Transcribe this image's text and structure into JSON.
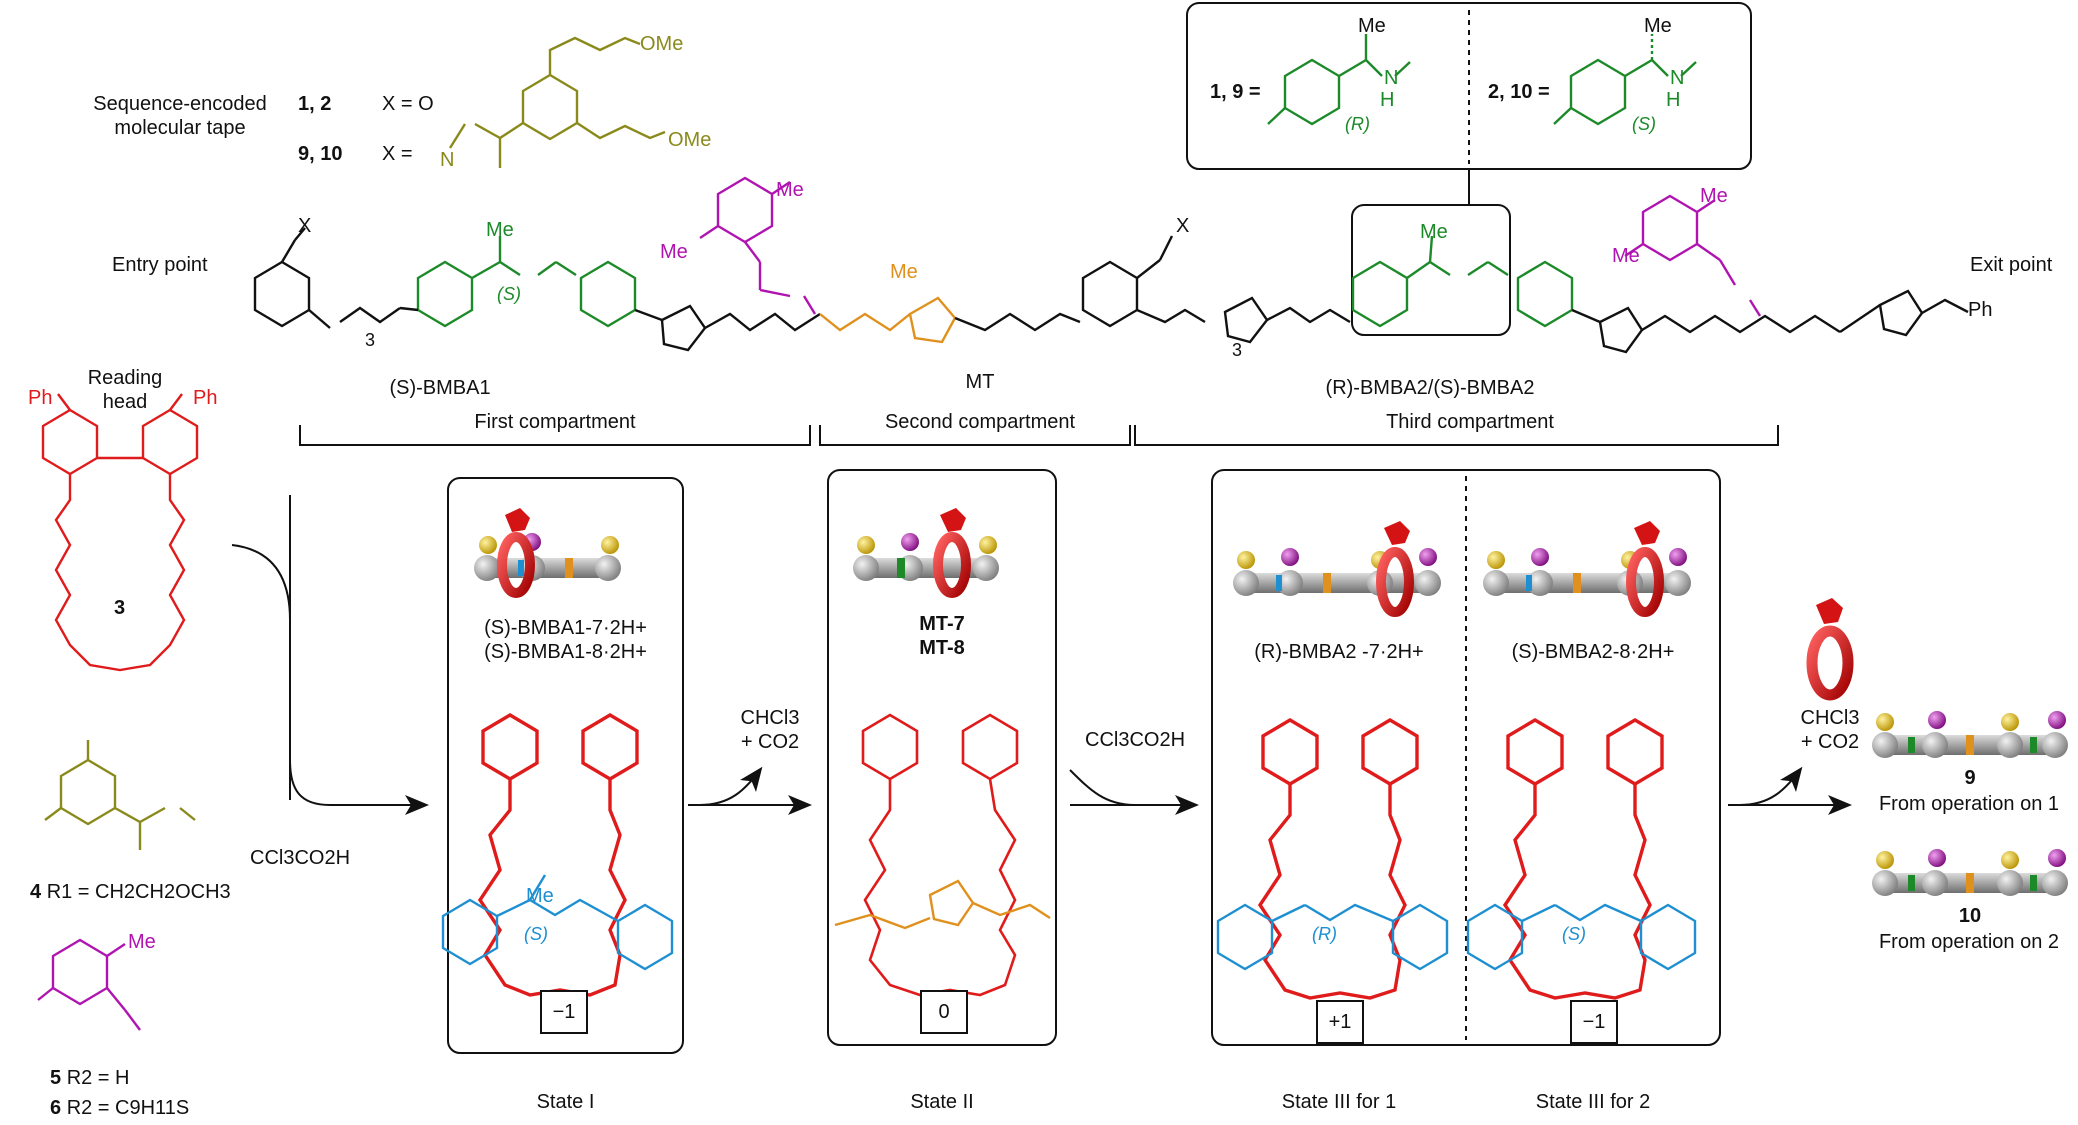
{
  "tape": {
    "sequence_label_1": "Sequence-encoded",
    "sequence_label_2": "molecular tape",
    "compounds_12": "1, 2",
    "x_o": "X = O",
    "compounds_910": "9, 10",
    "x_eq": "X =",
    "nh_n": "N",
    "ome_top": "OMe",
    "ome_bottom": "OMe",
    "entry_point": "Entry point",
    "exit_point": "Exit point",
    "x_left": "X",
    "x_right": "X",
    "me_labels": [
      "Me",
      "Me",
      "Me",
      "Me",
      "Me",
      "Me"
    ],
    "stereo_s": "(S)",
    "ph_end": "Ph",
    "mt_me": "Me",
    "subscript_3": "3"
  },
  "inset": {
    "left_label": "1, 9 =",
    "left_stereo": "(R)",
    "right_label": "2, 10 =",
    "right_stereo": "(S)",
    "me": "Me",
    "nh_n": "N",
    "nh_h": "H"
  },
  "compartments": {
    "first_name": "(S)-BMBA1",
    "second_name": "MT",
    "third_name": "(R)-BMBA2/(S)-BMBA2",
    "first": "First compartment",
    "second": "Second compartment",
    "third": "Third compartment"
  },
  "left_reagents": {
    "reading_head_1": "Reading",
    "reading_head_2": "head",
    "ph": "Ph",
    "compound_3": "3",
    "compound_4": "4",
    "r1_def": "R1 = CH2CH2OCH3",
    "compound_5": "5",
    "r2_h": "R2 = H",
    "compound_6": "6",
    "r2_c9": "R2 = C9H11S",
    "reagent": "CCl3CO2H",
    "me": "Me"
  },
  "state1": {
    "line1": "(S)-BMBA1-7·2H+",
    "line2": "(S)-BMBA1-8·2H+",
    "value": "−1",
    "label": "State I",
    "me": "Me",
    "stereo": "(S)"
  },
  "arrow1": {
    "line1": "CHCl3",
    "line2": "+ CO2"
  },
  "state2": {
    "line1": "MT-7",
    "line2": "MT-8",
    "value": "0",
    "label": "State II"
  },
  "arrow2": {
    "reagent": "CCl3CO2H"
  },
  "state3": {
    "left_line": "(R)-BMBA2 -7·2H+",
    "right_line": "(S)-BMBA2-8·2H+",
    "left_value": "+1",
    "right_value": "−1",
    "left_label": "State III for 1",
    "right_label": "State III for 2",
    "left_stereo": "(R)",
    "right_stereo": "(S)"
  },
  "arrow3": {
    "line1": "CHCl3",
    "line2": "+ CO2"
  },
  "products": {
    "p9": "9",
    "p9_desc": "From operation on 1",
    "p10": "10",
    "p10_desc": "From operation on 2"
  },
  "colors": {
    "red": "#e01b1b",
    "blue": "#1e8fd1",
    "green": "#1d8a2a",
    "olive": "#8a8a1c",
    "purple": "#b014b0",
    "orange": "#e0901c",
    "yellow": "#d8b400",
    "gray": "#9a9a9a"
  }
}
